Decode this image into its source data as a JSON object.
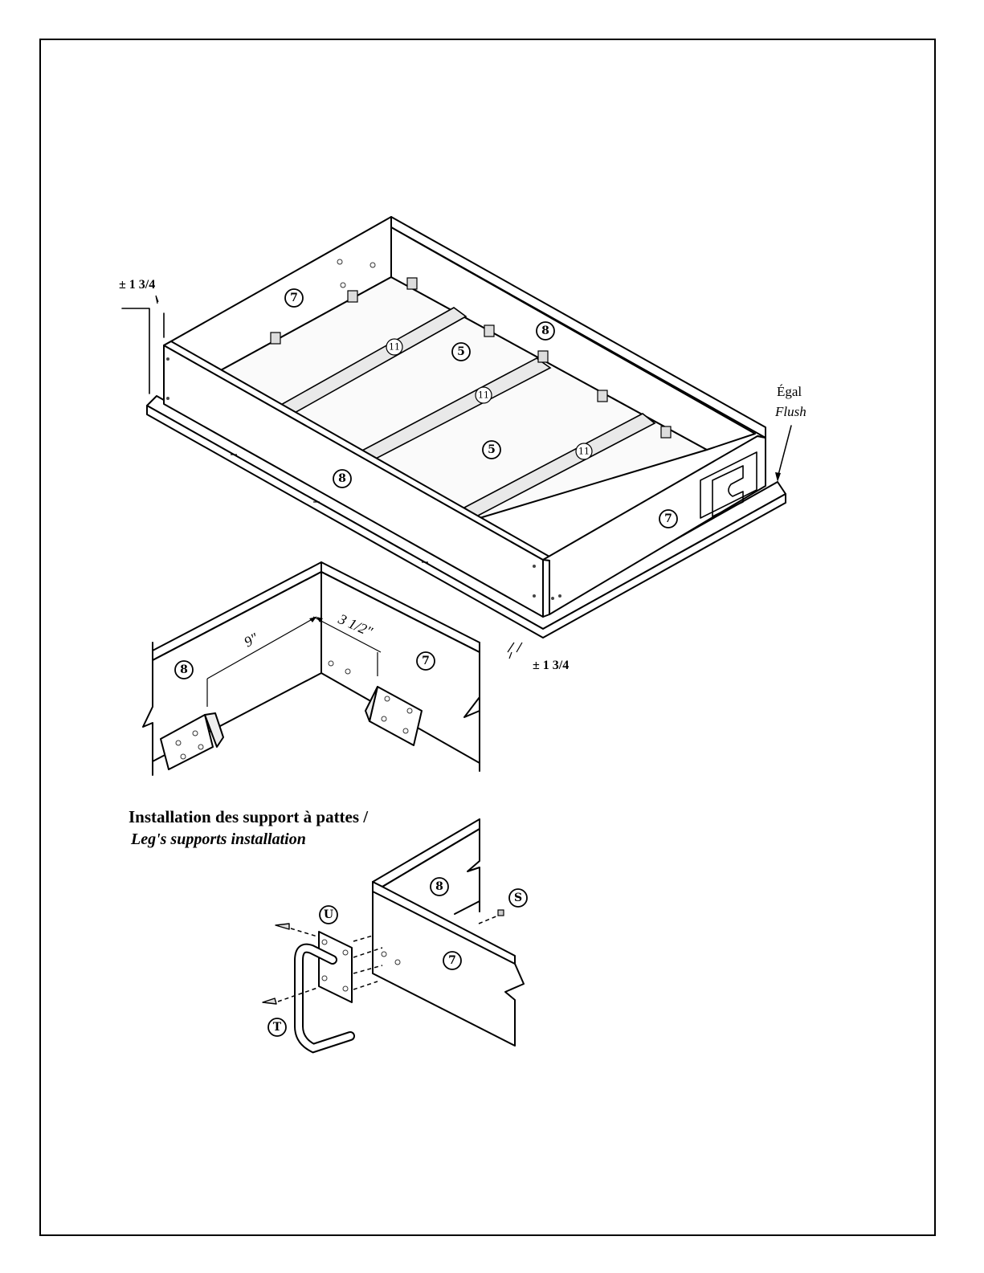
{
  "frame_drawing": {
    "dimension_top_left": "± 1 3/4",
    "dimension_bottom_right": "± 1 3/4",
    "flush_label_fr": "Égal",
    "flush_label_en": "Flush",
    "part_labels": {
      "end_panel": "7",
      "side_panel": "8",
      "slat_panel": "5",
      "cleat": "11"
    }
  },
  "corner_detail": {
    "dim_side": "9\"",
    "dim_end": "3 1/2\"",
    "part_side": "8",
    "part_end": "7"
  },
  "leg_support": {
    "title_fr": "Installation des support à pattes /",
    "title_en": "Leg's supports installation",
    "part_side": "8",
    "part_end": "7",
    "part_plate": "U",
    "part_screw": "T",
    "part_nut": "S"
  }
}
